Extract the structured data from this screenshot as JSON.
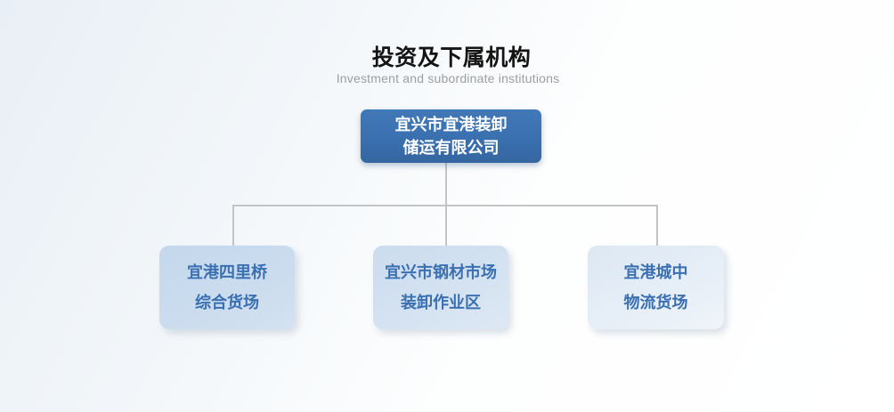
{
  "page": {
    "title": "投资及下属机构",
    "subtitle": "Investment and subordinate institutions"
  },
  "org_chart": {
    "root": {
      "line1": "宜兴市宜港装卸",
      "line2": "储运有限公司"
    },
    "children": [
      {
        "line1": "宜港四里桥",
        "line2": "综合货场"
      },
      {
        "line1": "宜兴市钢材市场",
        "line2": "装卸作业区"
      },
      {
        "line1": "宜港城中",
        "line2": "物流货场"
      }
    ]
  },
  "colors": {
    "root_box_fill": "#3a70b0",
    "root_box_text": "#ffffff",
    "child_box_fill_1": "#c9dbee",
    "child_box_fill_2": "#d2e0f0",
    "child_box_fill_3": "#e3ecf5",
    "child_box_text": "#3a70b2",
    "connector": "#c3c4c6",
    "title_text": "#141414",
    "subtitle_text": "#9b9fa4",
    "background_top": "#e9eff6",
    "background_bottom": "#ffffff"
  }
}
